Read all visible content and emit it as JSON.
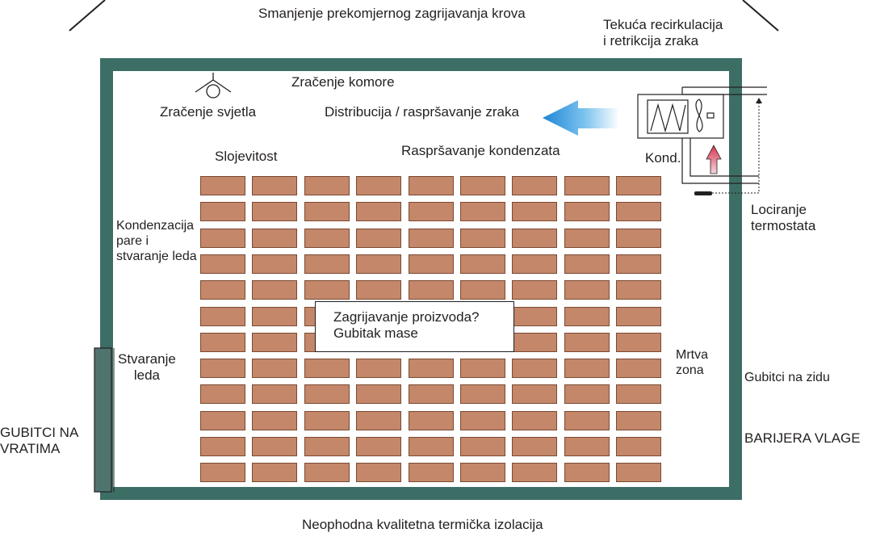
{
  "labels": {
    "roof": "Smanjenje prekomjernog zagrijavanja krova",
    "recirculation": [
      "Tekuća recirkulacija",
      "i retrikcija zraka"
    ],
    "chamber_radiation": "Zračenje komore",
    "light_radiation": "Zračenje svjetla",
    "air_distribution": "Distribucija / raspršavanje zraka",
    "stacking": "Slojevitost",
    "condensate_spray": "Raspršavanje kondenzata",
    "condenser": "Kond.",
    "thermostat": [
      "Lociranje",
      "termostata"
    ],
    "vapour_condensation": [
      "Kondenzacija",
      "pare i",
      "stvaranje leda"
    ],
    "product_warming": [
      "Zagrijavanje proizvoda?",
      "Gubitak mase"
    ],
    "ice_formation": [
      "Stvaranje",
      "leda"
    ],
    "dead_zone": [
      "Mrtva",
      "zona"
    ],
    "wall_losses": "Gubitci na zidu",
    "moisture_barrier": "BARIJERA VLAGE",
    "door_losses": [
      "GUBITCI NA",
      "VRATIMA"
    ],
    "insulation": "Neophodna kvalitetna termička izolacija"
  },
  "stack": {
    "columns": 9,
    "rows": 12
  },
  "colors": {
    "wall": "#3d6e65",
    "crate": "#c4876a",
    "crate_border": "#7a4a33",
    "door": "#4f7470",
    "air_arrow_start": "#2a8fd8",
    "air_arrow_end": "#ffffff",
    "warm_arrow": "#c8374f"
  }
}
